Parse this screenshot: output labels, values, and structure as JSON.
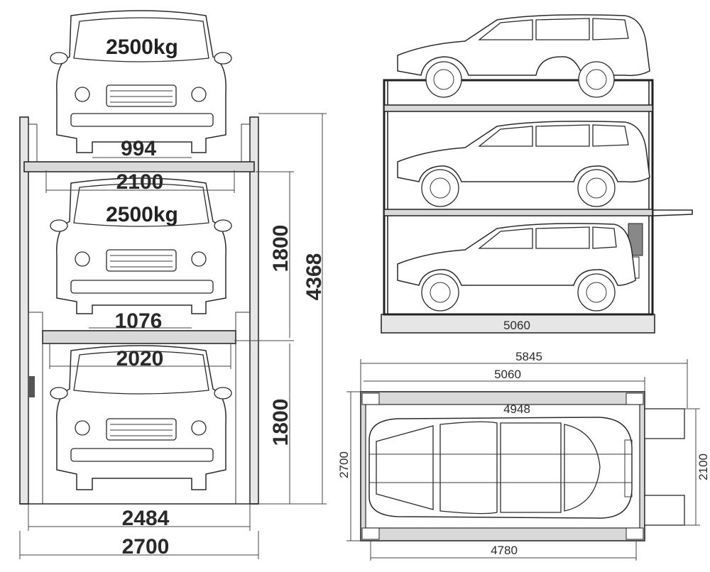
{
  "front_view": {
    "load_top": "2500kg",
    "load_middle": "2500kg",
    "dim_upper_inner": "994",
    "dim_upper_outer": "2100",
    "dim_lower_inner": "1076",
    "dim_lower_outer": "2020",
    "dim_height_upper": "1800",
    "dim_height_lower": "1800",
    "dim_total_height": "4368",
    "dim_inner_width": "2484",
    "dim_outer_width": "2700"
  },
  "side_view": {
    "dim_length": "5060"
  },
  "plan_view": {
    "dim_overall_length": "5845",
    "dim_frame_length": "5060",
    "dim_platform_length": "4948",
    "dim_base_length": "4780",
    "dim_width": "2700",
    "dim_ramp_width": "2100"
  }
}
